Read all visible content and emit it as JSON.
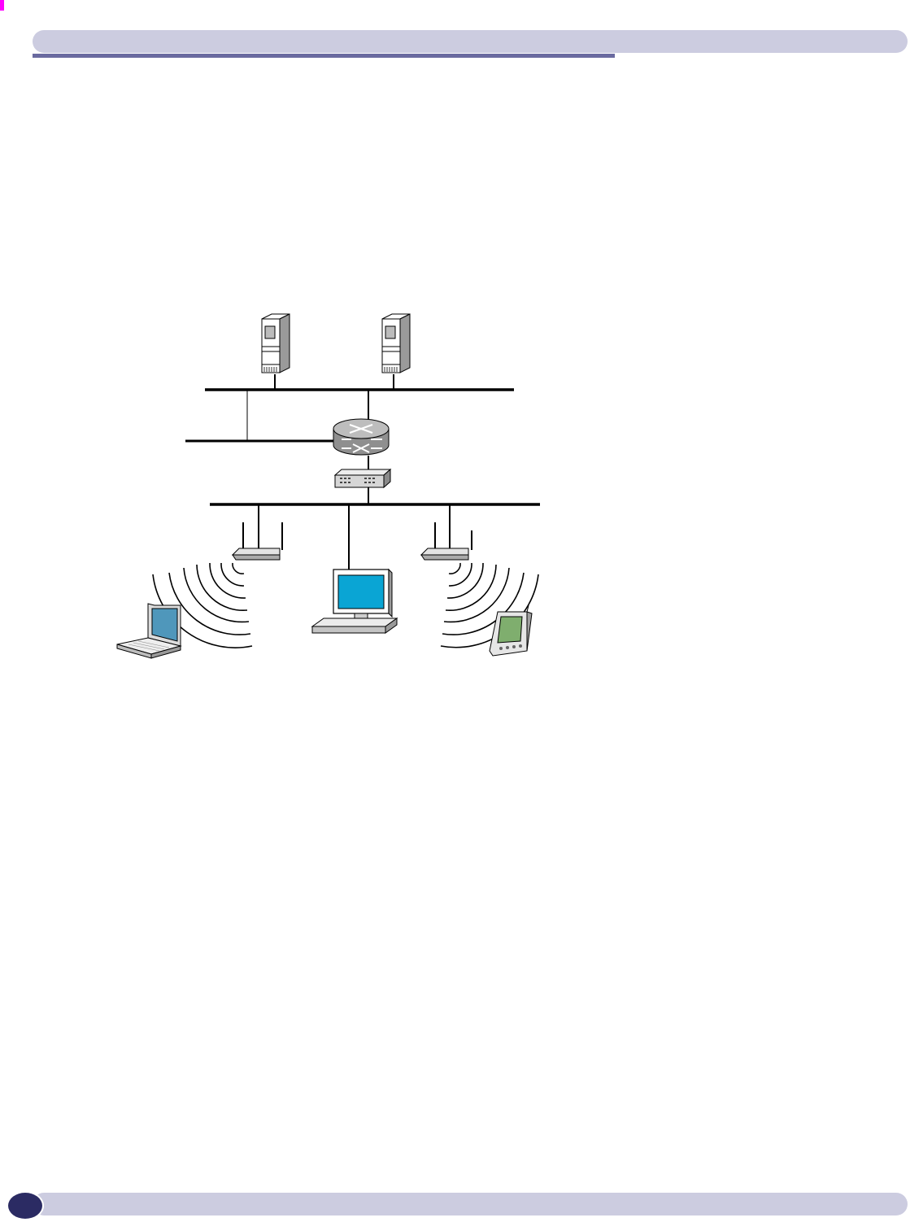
{
  "header": {
    "title": ""
  },
  "footer": {
    "page_number": ""
  },
  "colors": {
    "header_bar": "#cccce0",
    "header_rule": "#6a6aa0",
    "page_badge": "#2b2b63",
    "crop_mark": "#ff00ff",
    "screen_desktop": "#0aa5d4",
    "screen_laptop": "#4f97bb",
    "screen_pda": "#7fae6e"
  },
  "diagram": {
    "nodes": [
      {
        "id": "server-1",
        "icon": "server-tower-icon"
      },
      {
        "id": "server-2",
        "icon": "server-tower-icon"
      },
      {
        "id": "router",
        "icon": "router-switch-icon"
      },
      {
        "id": "switch",
        "icon": "ethernet-switch-icon"
      },
      {
        "id": "access-point-1",
        "icon": "wireless-access-point-icon"
      },
      {
        "id": "access-point-2",
        "icon": "wireless-access-point-icon"
      },
      {
        "id": "desktop",
        "icon": "desktop-computer-icon"
      },
      {
        "id": "laptop",
        "icon": "laptop-icon"
      },
      {
        "id": "pda",
        "icon": "pda-handheld-icon"
      }
    ],
    "links": [
      {
        "from": "server-1",
        "to": "server-backbone"
      },
      {
        "from": "server-2",
        "to": "server-backbone"
      },
      {
        "from": "server-backbone",
        "to": "router"
      },
      {
        "from": "server-backbone",
        "to": "secondary-segment"
      },
      {
        "from": "secondary-segment",
        "to": "router"
      },
      {
        "from": "router",
        "to": "switch"
      },
      {
        "from": "switch",
        "to": "access-backbone"
      },
      {
        "from": "access-backbone",
        "to": "access-point-1"
      },
      {
        "from": "access-backbone",
        "to": "desktop"
      },
      {
        "from": "access-backbone",
        "to": "access-point-2"
      },
      {
        "from": "access-point-1",
        "to": "laptop",
        "type": "wireless"
      },
      {
        "from": "access-point-2",
        "to": "pda",
        "type": "wireless"
      }
    ]
  }
}
